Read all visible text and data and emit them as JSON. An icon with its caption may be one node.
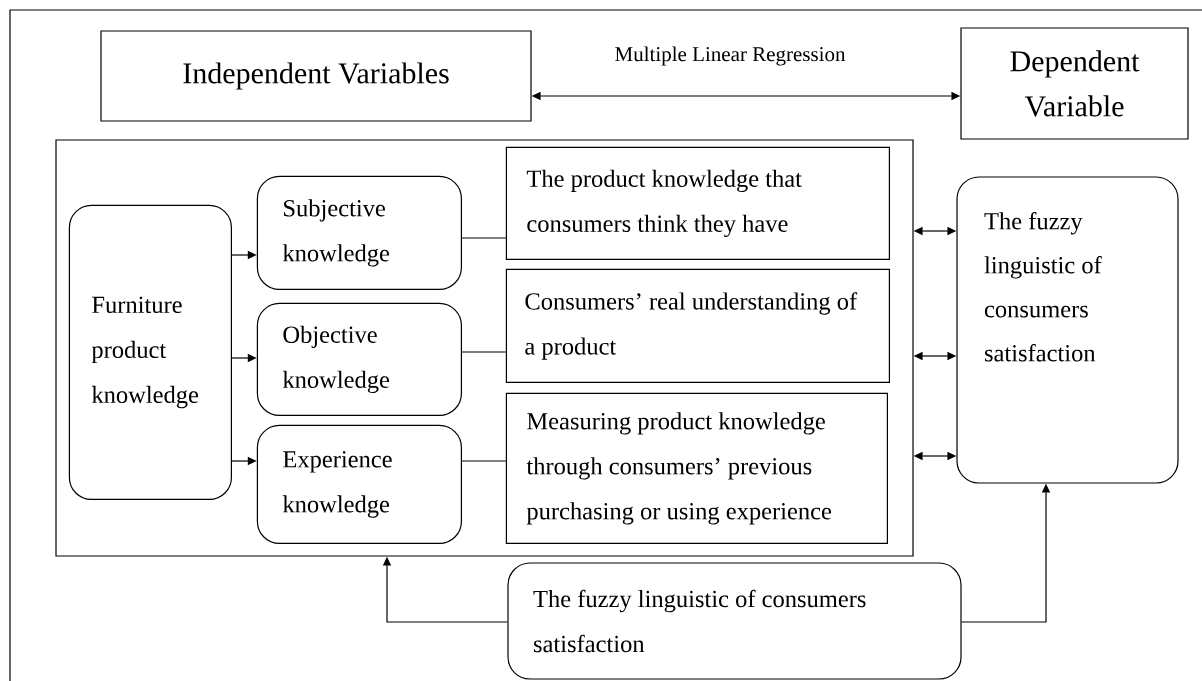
{
  "diagram": {
    "nodes": [
      {
        "text": [
          "Independent Variables"
        ]
      },
      {
        "text": [
          "Dependent Variable"
        ]
      },
      {
        "text": [],
        "shape": "box"
      },
      {
        "text": [
          "Furniture product knowledge"
        ],
        "in": 2
      },
      {
        "text": [
          "Subjective knowledge"
        ],
        "in": 2
      },
      {
        "text": [
          "Objective knowledge"
        ],
        "in": 2
      },
      {
        "text": [
          "Experience knowledge"
        ],
        "in": 2
      },
      {
        "text": [
          "The product knowledge that consumers think they have"
        ],
        "in": 2
      },
      {
        "text": [
          "Consumers’ real understanding of a product"
        ],
        "in": 2
      },
      {
        "text": [
          "Measuring product knowledge through consumers’ previous purchasing or using experience"
        ],
        "in": 2
      },
      {
        "text": [
          "The fuzzy linguistic of consumers satisfaction"
        ]
      },
      {
        "text": [
          "The fuzzy linguistic of consumers satisfaction"
        ]
      }
    ],
    "edges": [
      {
        "from": 0,
        "to": 1,
        "arrow": "both",
        "label": "Multiple Linear Regression"
      },
      {
        "from": 3,
        "to": 4,
        "arrow": "to"
      },
      {
        "from": 3,
        "to": 5,
        "arrow": "to"
      },
      {
        "from": 3,
        "to": 6,
        "arrow": "to"
      },
      {
        "from": 4,
        "to": 7,
        "arrow": "none"
      },
      {
        "from": 5,
        "to": 8,
        "arrow": "none"
      },
      {
        "from": 6,
        "to": 9,
        "arrow": "none"
      },
      {
        "from": 2,
        "to": 10,
        "arrow": "both"
      },
      {
        "from": 2,
        "to": 10,
        "arrow": "both"
      },
      {
        "from": 2,
        "to": 10,
        "arrow": "both"
      },
      {
        "from": 11,
        "to": 2,
        "arrow": "to"
      },
      {
        "from": 11,
        "to": 10,
        "arrow": "to"
      }
    ]
  }
}
